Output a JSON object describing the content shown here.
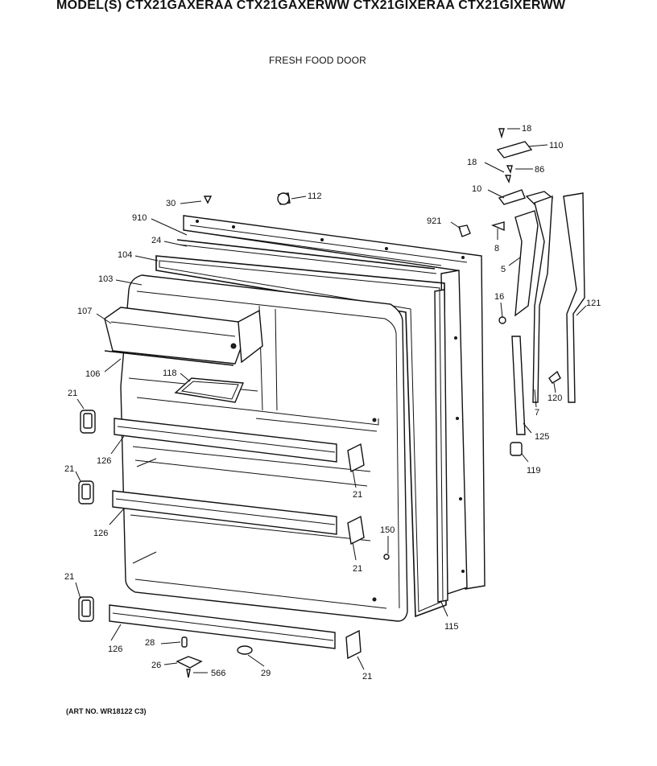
{
  "header": {
    "models": "MODEL(S) CTX21GAXERAA  CTX21GAXERWW  CTX21GIXERAA  CTX21GIXERWW"
  },
  "subtitle": "FRESH FOOD DOOR",
  "art_number": "(ART NO. WR18122 C3)",
  "callouts": {
    "c18a": "18",
    "c110": "110",
    "c18b": "18",
    "c86": "86",
    "c10": "10",
    "c30": "30",
    "c112": "112",
    "c910": "910",
    "c921": "921",
    "c8": "8",
    "c24": "24",
    "c104": "104",
    "c5": "5",
    "c103": "103",
    "c16": "16",
    "c121": "121",
    "c107": "107",
    "c106": "106",
    "c118": "118",
    "c120": "120",
    "c7": "7",
    "c21a": "21",
    "c125": "125",
    "c126a": "126",
    "c119": "119",
    "c21b": "21",
    "c21c": "21",
    "c126b": "126",
    "c150": "150",
    "c21d": "21",
    "c21e": "21",
    "c115": "115",
    "c126c": "126",
    "c28": "28",
    "c26": "26",
    "c566": "566",
    "c29": "29",
    "c21f": "21"
  }
}
